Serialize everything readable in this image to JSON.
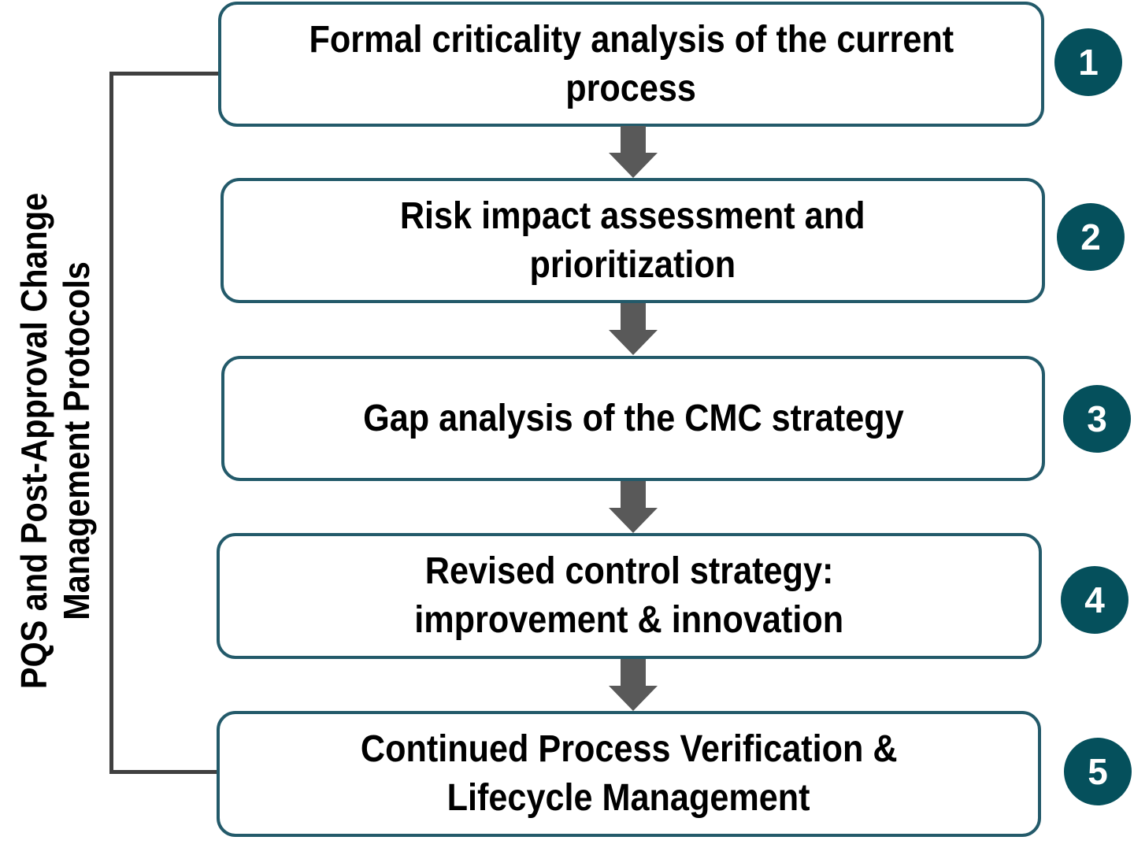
{
  "side_label": {
    "lines": [
      "PQS and Post-Approval Change",
      "Management Protocols"
    ]
  },
  "steps": [
    {
      "number": "1",
      "lines": [
        "Formal criticality analysis of the current",
        "process"
      ]
    },
    {
      "number": "2",
      "lines": [
        "Risk impact assessment and",
        "prioritization"
      ]
    },
    {
      "number": "3",
      "lines": [
        "Gap analysis of the CMC strategy"
      ]
    },
    {
      "number": "4",
      "lines": [
        "Revised control strategy:",
        "improvement & innovation"
      ]
    },
    {
      "number": "5",
      "lines": [
        "Continued Process Verification &",
        "Lifecycle Management"
      ]
    }
  ],
  "colors": {
    "box_border": "#235a6a",
    "badge_fill": "#05505c",
    "badge_text": "#ffffff",
    "arrow": "#595959",
    "bracket": "#404040",
    "text": "#000000"
  },
  "arrows": [
    "down-arrow",
    "down-arrow",
    "down-arrow",
    "down-arrow"
  ]
}
